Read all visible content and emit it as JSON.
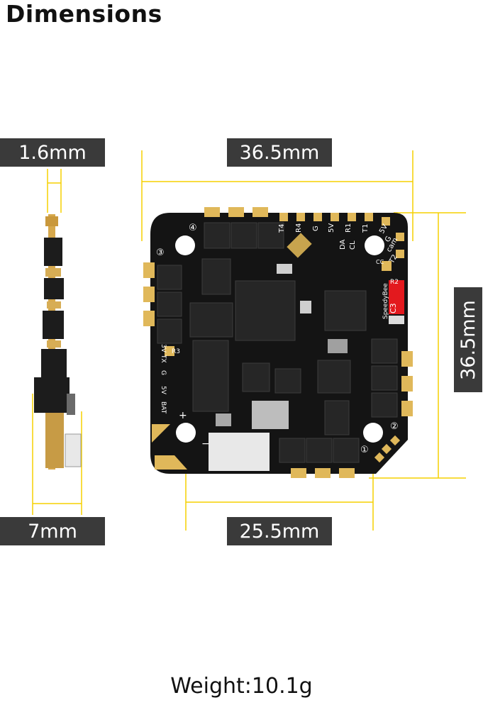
{
  "heading": {
    "title": "Dimensions"
  },
  "dimensions": {
    "thickness": "1.6mm",
    "width": "36.5mm",
    "height": "36.5mm",
    "side_height": "7mm",
    "hole_spacing": "25.5mm"
  },
  "board": {
    "brand": "SpeedyBee",
    "pads_top": [
      "T4",
      "R4",
      "G",
      "5V",
      "DA",
      "CL",
      "R1",
      "T1",
      "5V",
      "G",
      "cam",
      "T2"
    ],
    "pads_left": [
      "3V",
      "TX",
      "G",
      "5V",
      "BAT"
    ],
    "component_labels": [
      "R3",
      "R2",
      "C3",
      "CC"
    ],
    "motor_numbers": [
      "④",
      "③",
      "②",
      "①"
    ],
    "polarity": [
      "+",
      "−"
    ]
  },
  "footer": {
    "weight": "Weight:10.1g"
  },
  "colors": {
    "accent": "#f5d000",
    "pcb": "#141414",
    "gold": "#e0b85a",
    "label_bg": "#3a3a3a"
  }
}
